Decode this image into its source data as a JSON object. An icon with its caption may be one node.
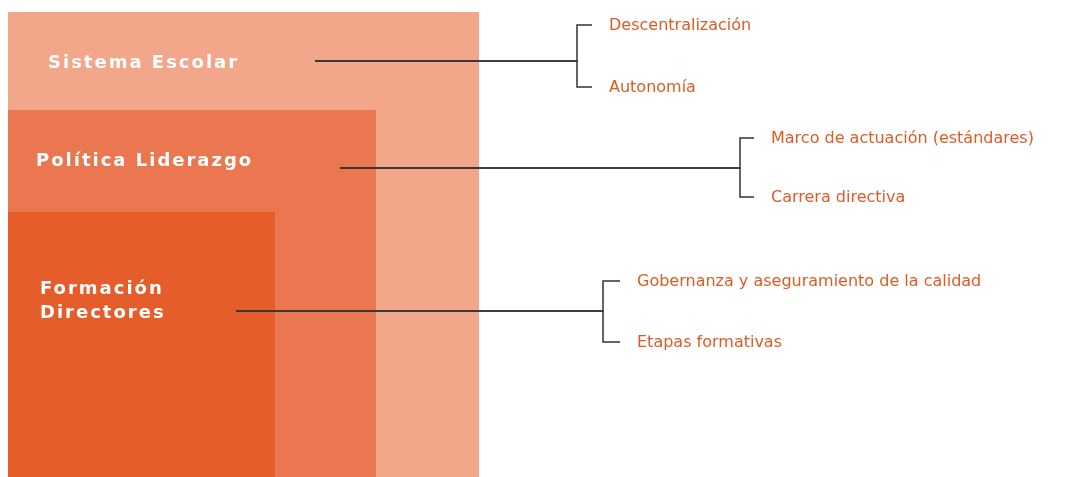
{
  "diagram": {
    "nodes": [
      {
        "text": [
          "Sistema Escolar"
        ]
      },
      {
        "text": [
          "Política Liderazgo"
        ],
        "in": 0
      },
      {
        "text": [
          "Formación Directores"
        ],
        "in": 1
      },
      {
        "text": [
          "Descentralización"
        ]
      },
      {
        "text": [
          "Autonomía"
        ]
      },
      {
        "text": [
          "Marco de actuación (estándares)"
        ]
      },
      {
        "text": [
          "Carrera directiva"
        ]
      },
      {
        "text": [
          "Gobernanza y aseguramiento de la calidad"
        ]
      },
      {
        "text": [
          "Etapas formativas"
        ]
      }
    ],
    "edges": [
      {
        "from": 0,
        "to": 3,
        "arrow": "none"
      },
      {
        "from": 0,
        "to": 4,
        "arrow": "none"
      },
      {
        "from": 1,
        "to": 5,
        "arrow": "none"
      },
      {
        "from": 1,
        "to": 6,
        "arrow": "none"
      },
      {
        "from": 2,
        "to": 7,
        "arrow": "none"
      },
      {
        "from": 2,
        "to": 8,
        "arrow": "none"
      }
    ]
  }
}
